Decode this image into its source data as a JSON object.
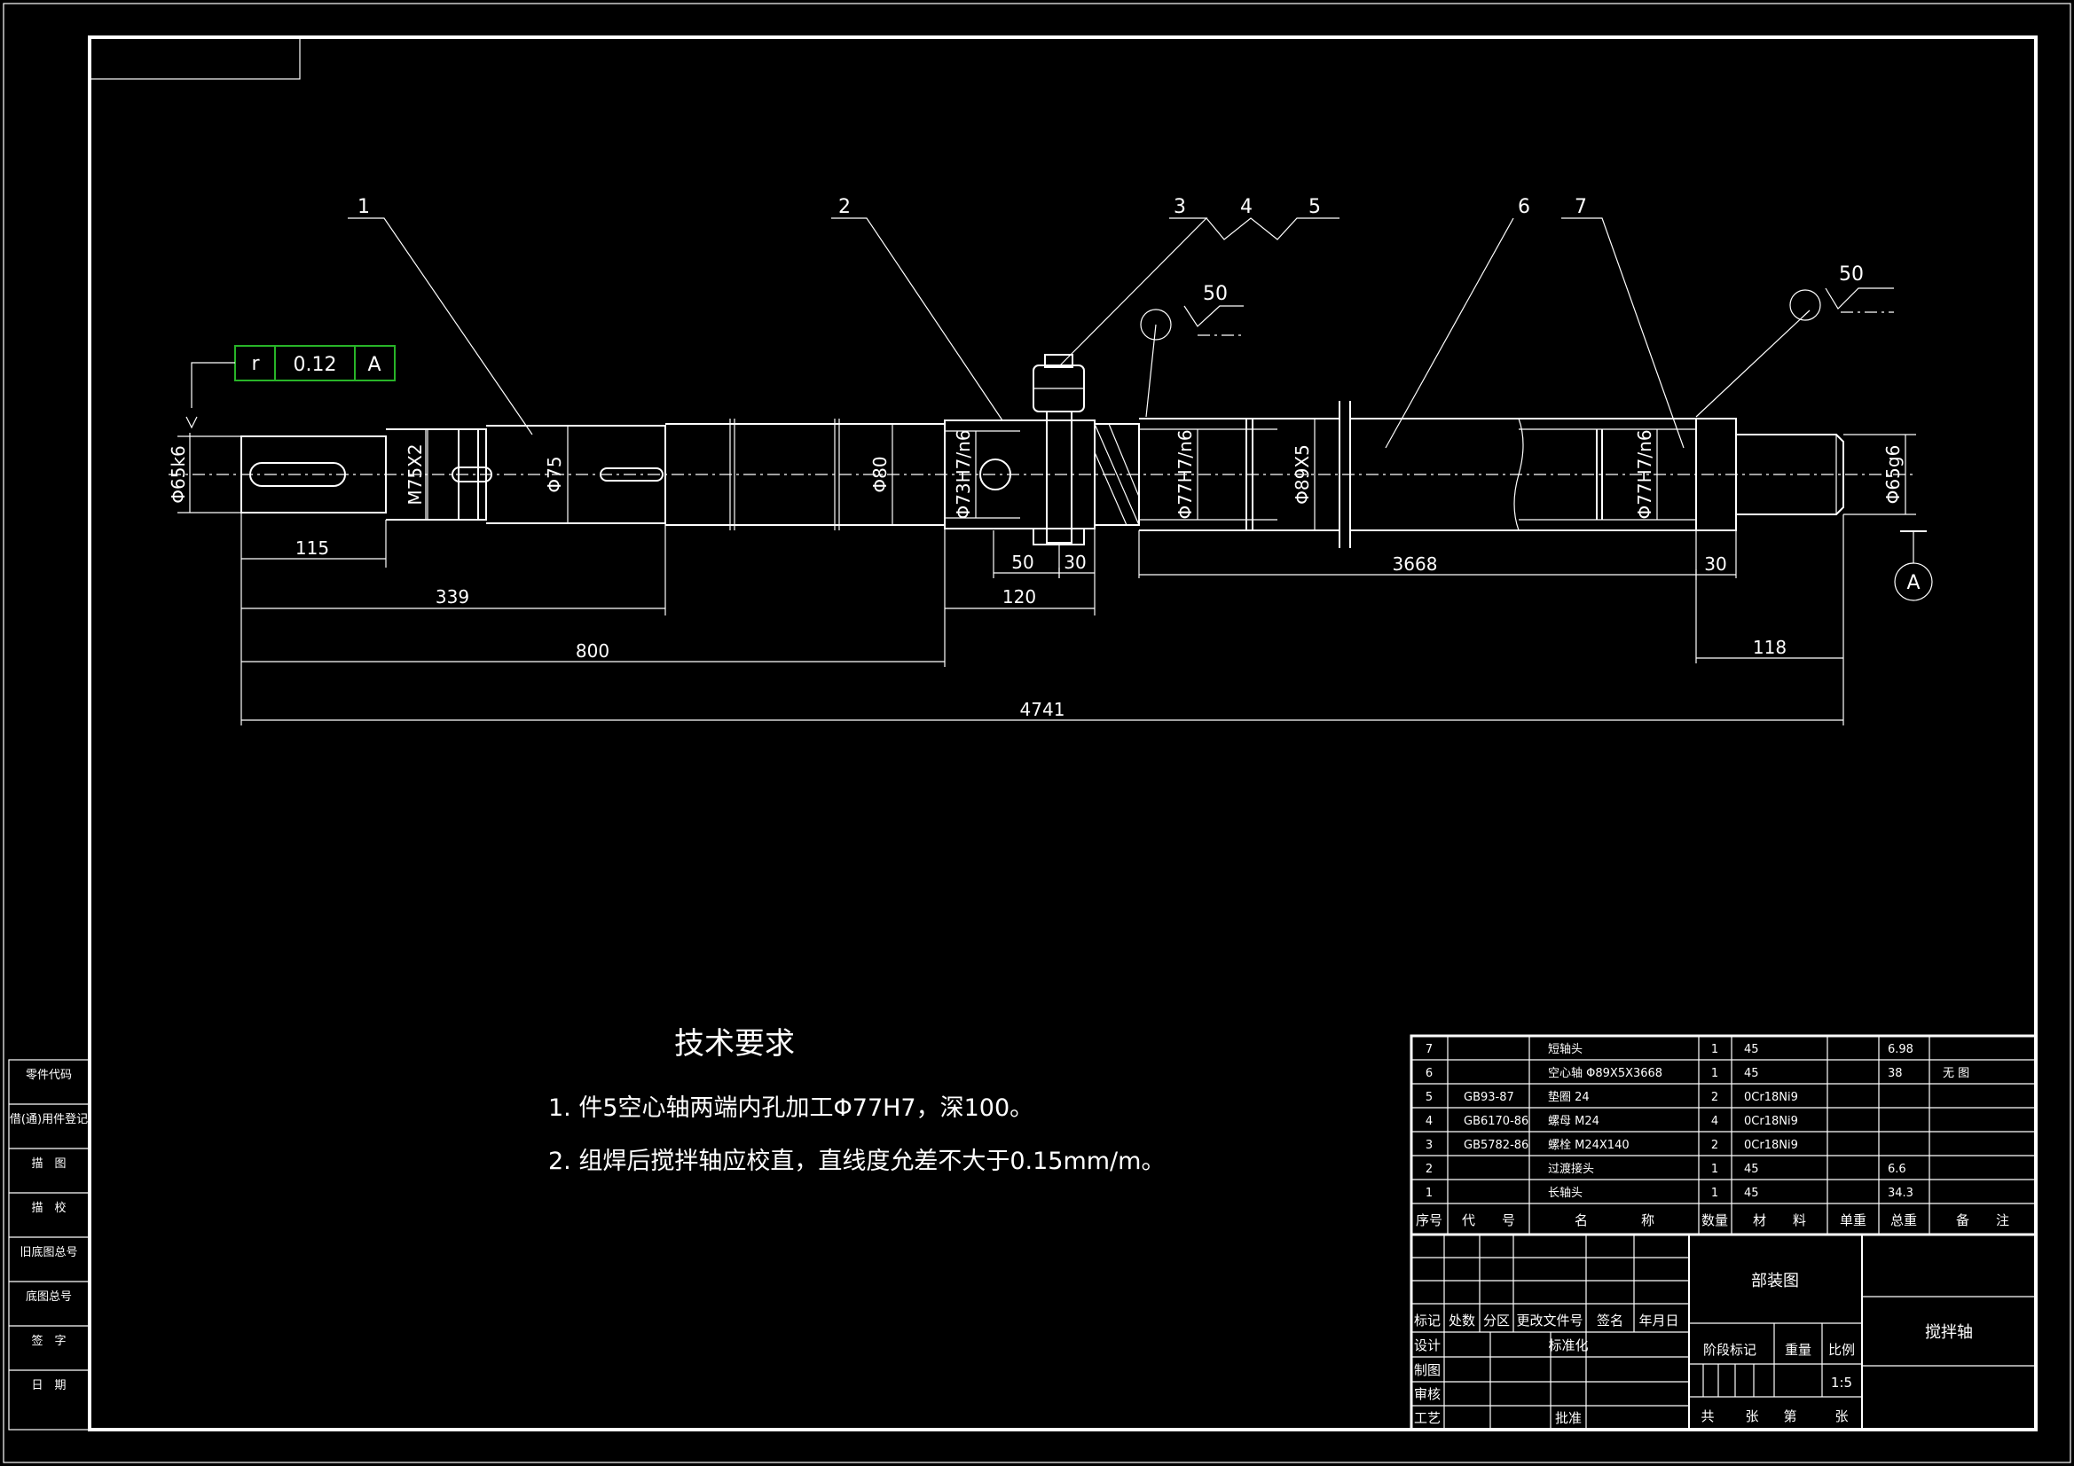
{
  "colors": {
    "background": "#000000",
    "line": "#ffffff",
    "tolerance_frame": "#28b428"
  },
  "callouts": [
    "1",
    "2",
    "3",
    "4",
    "5",
    "6",
    "7"
  ],
  "surface_finish": [
    "50",
    "50"
  ],
  "tolerance_frame": {
    "symbol": "r",
    "value": "0.12",
    "datum": "A"
  },
  "datum_label": "A",
  "features": {
    "d65k6": "Φ65k6",
    "m75": "M75X2",
    "d75": "Φ75",
    "d80": "Φ80",
    "d73": "Φ73H7/n6",
    "d77a": "Φ77H7/n6",
    "d89": "Φ89X5",
    "d77b": "Φ77H7/n6",
    "d65g6": "Φ65g6"
  },
  "dimensions": {
    "d115": "115",
    "d339": "339",
    "d800": "800",
    "d4741": "4741",
    "d50": "50",
    "d30a": "30",
    "d120": "120",
    "d3668": "3668",
    "d30b": "30",
    "d118": "118"
  },
  "tech": {
    "title": "技术要求",
    "line1": "1. 件5空心轴两端内孔加工Φ77H7，深100。",
    "line2": "2. 组焊后搅拌轴应校直，直线度允差不大于0.15mm/m。"
  },
  "side_labels": [
    "零件代码",
    "借(通)用件登记",
    "描　图",
    "描　校",
    "旧底图总号",
    "底图总号",
    "签　字",
    "日　期"
  ],
  "bom": {
    "header": {
      "seq": "序号",
      "code": "代　　号",
      "name": "名　　　　称",
      "qty": "数量",
      "material": "材　　料",
      "unit_wt": "单重",
      "total_wt": "总重",
      "remark": "备　　注"
    },
    "rows": [
      {
        "seq": "7",
        "code": "",
        "name": "短轴头",
        "qty": "1",
        "material": "45",
        "unit_wt": "",
        "total_wt": "6.98",
        "remark": ""
      },
      {
        "seq": "6",
        "code": "",
        "name": "空心轴 Φ89X5X3668",
        "qty": "1",
        "material": "45",
        "unit_wt": "",
        "total_wt": "38",
        "remark": "无 图"
      },
      {
        "seq": "5",
        "code": "GB93-87",
        "name": "垫圈 24",
        "qty": "2",
        "material": "0Cr18Ni9",
        "unit_wt": "",
        "total_wt": "",
        "remark": ""
      },
      {
        "seq": "4",
        "code": "GB6170-86",
        "name": "螺母 M24",
        "qty": "4",
        "material": "0Cr18Ni9",
        "unit_wt": "",
        "total_wt": "",
        "remark": ""
      },
      {
        "seq": "3",
        "code": "GB5782-86",
        "name": "螺栓 M24X140",
        "qty": "2",
        "material": "0Cr18Ni9",
        "unit_wt": "",
        "total_wt": "",
        "remark": ""
      },
      {
        "seq": "2",
        "code": "",
        "name": "过渡接头",
        "qty": "1",
        "material": "45",
        "unit_wt": "",
        "total_wt": "6.6",
        "remark": ""
      },
      {
        "seq": "1",
        "code": "",
        "name": "长轴头",
        "qty": "1",
        "material": "45",
        "unit_wt": "",
        "total_wt": "34.3",
        "remark": ""
      }
    ]
  },
  "title_block": {
    "drawing_type": "部装图",
    "part_name": "搅拌轴",
    "mark": "标记",
    "count": "处数",
    "zone": "分区",
    "doc_no": "更改文件号",
    "sign": "签名",
    "date": "年月日",
    "design": "设计",
    "standardize": "标准化",
    "draw": "制图",
    "review": "审核",
    "process": "工艺",
    "approve": "批准",
    "stage_mark": "阶段标记",
    "weight": "重量",
    "scale_label": "比例",
    "scale_value": "1:5",
    "total": "共",
    "sheets": "张",
    "page": "第",
    "page_suffix": "张"
  }
}
